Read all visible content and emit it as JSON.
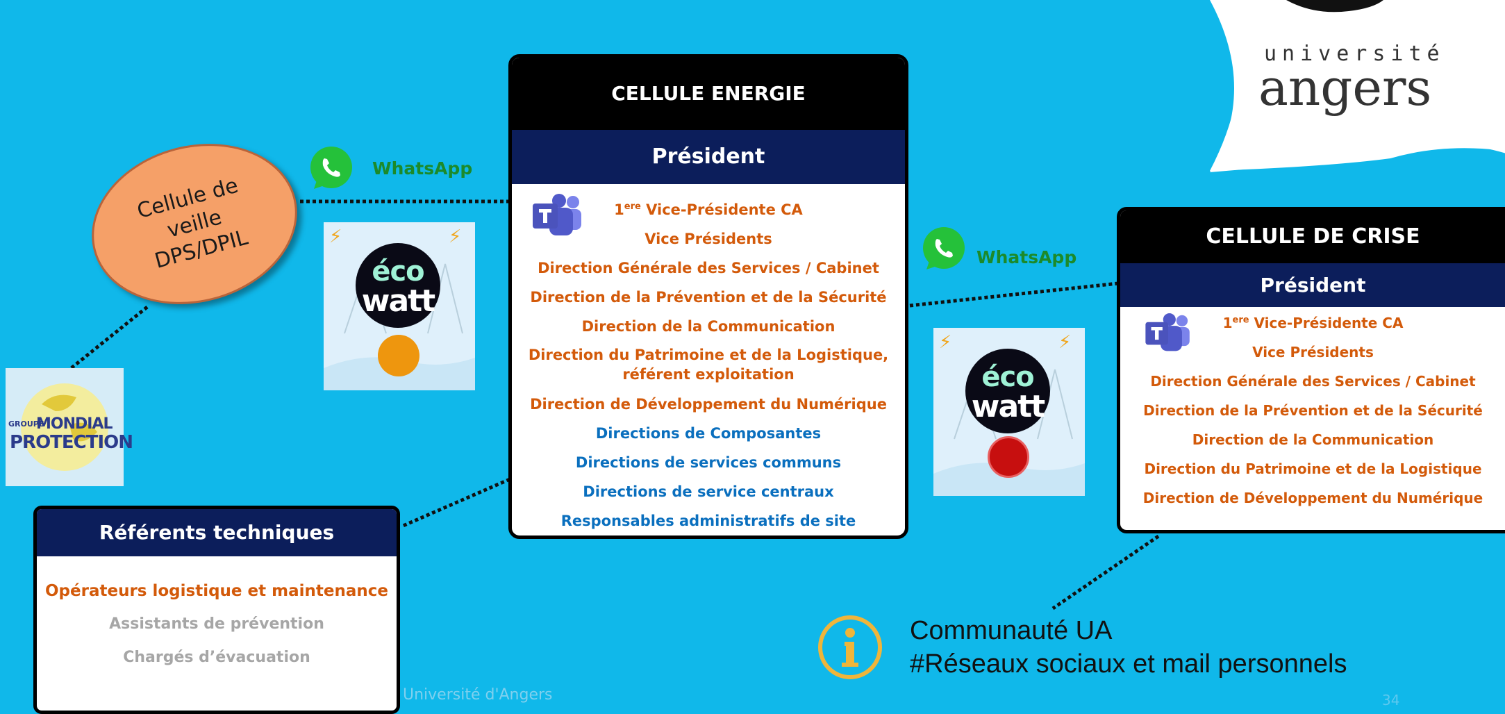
{
  "logo": {
    "line1": "université",
    "line2": "angers"
  },
  "cellule_energie": {
    "title": "CELLULE ENERGIE",
    "subtitle": "Président",
    "vp_ca_prefix": "1",
    "vp_ca_sup": "ere",
    "vp_ca_rest": " Vice-Présidente CA",
    "items_orange": [
      "Vice Présidents",
      "Direction Générale des Services / Cabinet",
      "Direction de la Prévention et de la Sécurité",
      "Direction de la Communication"
    ],
    "item_patrimoine": "Direction du Patrimoine et de la Logistique, référent exploitation",
    "item_numerique": "Direction de Développement du Numérique",
    "items_blue": [
      "Directions de Composantes",
      "Directions de services communs",
      "Directions de service centraux",
      "Responsables administratifs de site"
    ]
  },
  "cellule_crise": {
    "title": "CELLULE DE CRISE",
    "subtitle": "Président",
    "vp_ca_prefix": "1",
    "vp_ca_sup": "ere",
    "vp_ca_rest": " Vice-Présidente CA",
    "items": [
      "Vice Présidents",
      "Direction Générale des Services / Cabinet",
      "Direction de la Prévention et de la Sécurité",
      "Direction de la Communication",
      "Direction du Patrimoine et de la Logistique",
      "Direction de Développement du Numérique"
    ]
  },
  "veille": {
    "label_line1": "Cellule de",
    "label_line2": "veille",
    "label_line3": "DPS/DPIL"
  },
  "whatsapp_left": "WhatsApp",
  "whatsapp_right": "WhatsApp",
  "ecowatt": {
    "t1": "éco",
    "t2": "watt"
  },
  "ecowatt_levels": {
    "left": "orange",
    "right": "red"
  },
  "mondial": {
    "groupe": "GROUPE",
    "mondial": "MONDIAL",
    "protection": "PROTECTION"
  },
  "referents": {
    "title": "Référents techniques",
    "item1": "Opérateurs logistique et maintenance",
    "item2": "Assistants de prévention",
    "item3": "Chargés d’évacuation"
  },
  "communaute": {
    "line1": "Communauté UA",
    "line2": "#Réseaux sociaux et mail personnels"
  },
  "footer": "Université d'Angers",
  "page_number": "34",
  "colors": {
    "background": "#10b8ea",
    "navy": "#0c1e5b",
    "orange_text": "#d35a0a",
    "blue_text": "#0a6fbe",
    "ellipse": "#f5a068",
    "whatsapp": "#1c8a2a"
  }
}
